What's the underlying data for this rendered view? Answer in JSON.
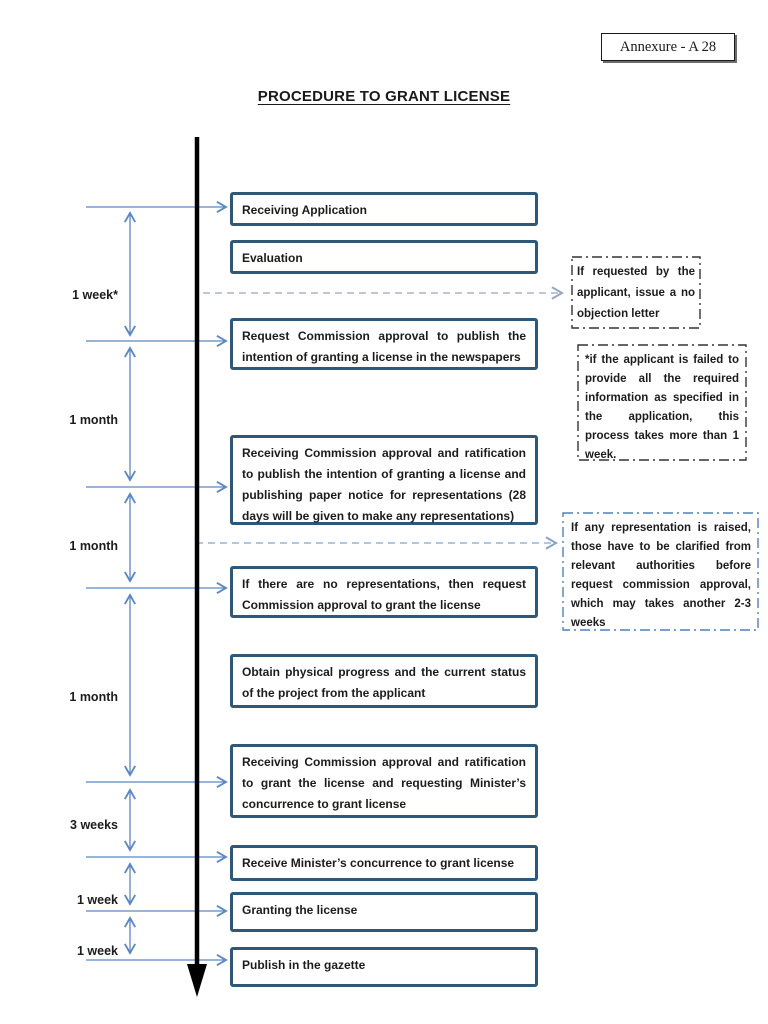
{
  "page": {
    "annexure_label": "Annexure - A 28",
    "title": "PROCEDURE TO GRANT LICENSE"
  },
  "steps": [
    {
      "label": "Receiving Application"
    },
    {
      "label": "Evaluation"
    },
    {
      "label": "Request Commission approval to publish the intention of granting a license in the newspapers"
    },
    {
      "label": "Receiving Commission approval and ratification to publish the intention of granting a license and publishing paper notice for representations (28 days will be given to make any representations)"
    },
    {
      "label": "If there are no representations, then request Commission approval to grant the license"
    },
    {
      "label": "Obtain physical progress and the current status of the project from the applicant"
    },
    {
      "label": "Receiving Commission approval and ratification to grant the license and requesting Minister’s concurrence to grant license"
    },
    {
      "label": "Receive Minister’s concurrence to grant license"
    },
    {
      "label": "Granting the license"
    },
    {
      "label": "Publish in the gazette"
    }
  ],
  "notes": [
    {
      "label": "If requested by the applicant, issue a no objection letter"
    },
    {
      "label": "*if the applicant is failed to provide all the required information as specified in the application, this process takes more than 1 week."
    },
    {
      "label": "If any representation is raised, those have to be clarified from relevant authorities before request commission approval, which may takes another 2-3 weeks"
    }
  ],
  "durations": [
    {
      "label": "1 week*"
    },
    {
      "label": "1 month"
    },
    {
      "label": "1 month"
    },
    {
      "label": "1 month"
    },
    {
      "label": "3 weeks"
    },
    {
      "label": "1 week"
    },
    {
      "label": "1 week"
    }
  ],
  "colors": {
    "step_border": "#2f5878",
    "arrow_blue": "#5b87c5",
    "dashed_connector_gray": "#98a6c2",
    "dashed_connector_blue": "#85a3cc",
    "timeline_black": "#000000",
    "note_border_dark": "#333333",
    "note_border_blue": "#4f81bd"
  }
}
